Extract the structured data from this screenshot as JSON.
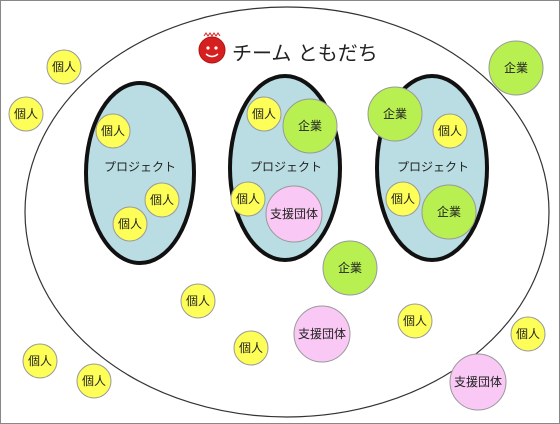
{
  "title": "チーム ともだち",
  "colors": {
    "individual": "#fefe58",
    "company": "#b7f050",
    "support": "#fac8f4",
    "project": "#b9dde2",
    "logo": "#d62020"
  },
  "labels": {
    "individual": "個人",
    "company": "企業",
    "support": "支援団体",
    "project": "プロジェクト"
  },
  "projects": [
    {
      "id": "left",
      "label": "プロジェクト"
    },
    {
      "id": "center",
      "label": "プロジェクト"
    },
    {
      "id": "right",
      "label": "プロジェクト"
    }
  ],
  "nodes": [
    {
      "type": "individual",
      "label": "個人"
    },
    {
      "type": "individual",
      "label": "個人"
    },
    {
      "type": "individual",
      "label": "個人"
    },
    {
      "type": "individual",
      "label": "個人"
    },
    {
      "type": "individual",
      "label": "個人"
    },
    {
      "type": "individual",
      "label": "個人"
    },
    {
      "type": "company",
      "label": "企業"
    },
    {
      "type": "individual",
      "label": "個人"
    },
    {
      "type": "support",
      "label": "支援団体"
    },
    {
      "type": "company",
      "label": "企業"
    },
    {
      "type": "individual",
      "label": "個人"
    },
    {
      "type": "individual",
      "label": "個人"
    },
    {
      "type": "company",
      "label": "企業"
    },
    {
      "type": "company",
      "label": "企業"
    },
    {
      "type": "company",
      "label": "企業"
    },
    {
      "type": "individual",
      "label": "個人"
    },
    {
      "type": "individual",
      "label": "個人"
    },
    {
      "type": "support",
      "label": "支援団体"
    },
    {
      "type": "individual",
      "label": "個人"
    },
    {
      "type": "individual",
      "label": "個人"
    },
    {
      "type": "individual",
      "label": "個人"
    },
    {
      "type": "individual",
      "label": "個人"
    },
    {
      "type": "support",
      "label": "支援団体"
    }
  ]
}
